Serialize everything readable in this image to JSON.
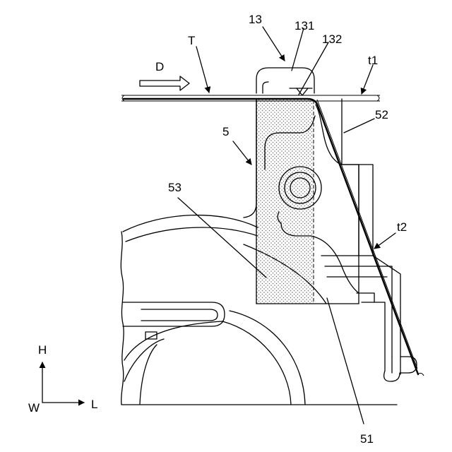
{
  "figure": {
    "labels": {
      "D": "D",
      "T": "T",
      "n13": "13",
      "n131": "131",
      "n132": "132",
      "t1": "t1",
      "n52": "52",
      "n5": "5",
      "n53": "53",
      "t2": "t2",
      "n51": "51",
      "H": "H",
      "W": "W",
      "L": "L"
    },
    "colors": {
      "line": "#000000",
      "background": "#ffffff",
      "stipple": "#6a6a6a"
    }
  }
}
